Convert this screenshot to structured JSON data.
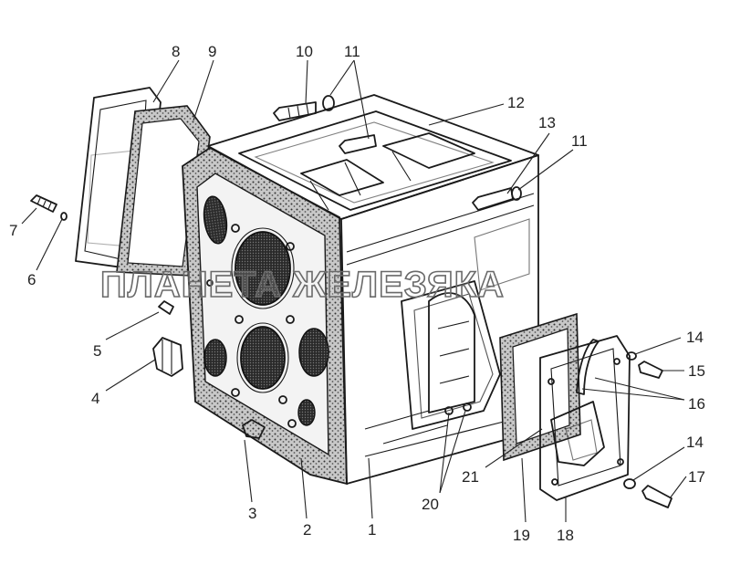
{
  "watermark": "ПЛАНЕТА ЖЕЛЕЗЯКА",
  "labels": {
    "l1": "1",
    "l2": "2",
    "l3": "3",
    "l4": "4",
    "l5": "5",
    "l6": "6",
    "l7": "7",
    "l8": "8",
    "l9": "9",
    "l10": "10",
    "l11a": "11",
    "l11b": "11",
    "l12": "12",
    "l13": "13",
    "l14a": "14",
    "l14b": "14",
    "l15": "15",
    "l16": "16",
    "l17": "17",
    "l18": "18",
    "l19": "19",
    "l20": "20",
    "l21": "21"
  }
}
